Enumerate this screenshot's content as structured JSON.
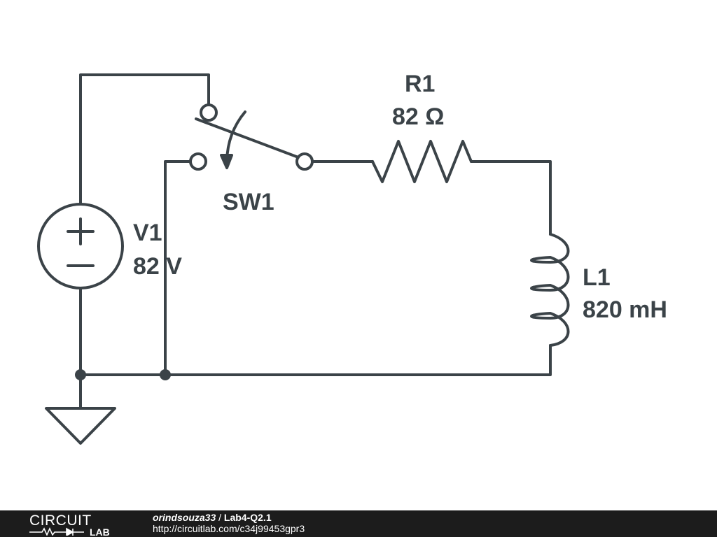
{
  "components": {
    "voltage_source": {
      "ref": "V1",
      "value": "82 V",
      "plus": "+",
      "minus": "−"
    },
    "switch": {
      "ref": "SW1"
    },
    "resistor": {
      "ref": "R1",
      "value": "82 Ω"
    },
    "inductor": {
      "ref": "L1",
      "value": "820 mH"
    }
  },
  "colors": {
    "wire": "#3b4348",
    "footer_bg": "#1c1c1c",
    "footer_text": "#ffffff"
  },
  "footer": {
    "logo_top": "CIRCUIT",
    "logo_bottom": "LAB",
    "author": "orindsouza33",
    "separator": " / ",
    "title": "Lab4-Q2.1",
    "url": "http://circuitlab.com/c34j99453gpr3"
  }
}
